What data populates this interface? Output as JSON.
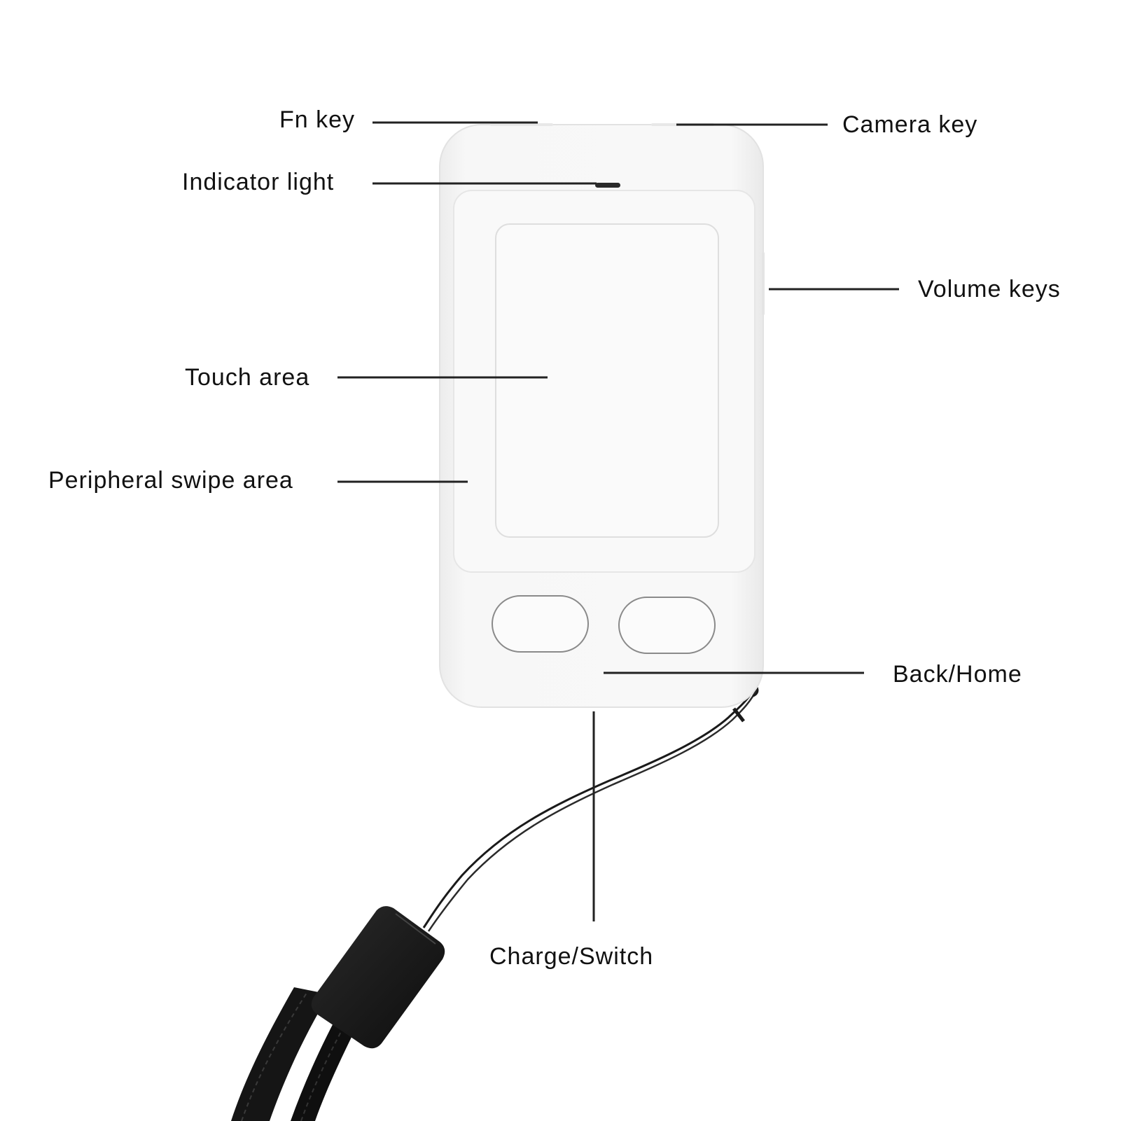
{
  "labels": {
    "fn_key": "Fn key",
    "camera_key": "Camera key",
    "indicator_light": "Indicator light",
    "volume_keys": "Volume keys",
    "touch_area": "Touch area",
    "peripheral_swipe_area": "Peripheral swipe area",
    "back_home": "Back/Home",
    "charge_switch": "Charge/Switch"
  },
  "colors": {
    "background": "#ffffff",
    "device_body": "#f6f6f6",
    "device_edge": "#e6e6e6",
    "panel_border": "#e4e4e4",
    "button_border": "#8a8a8a",
    "leader_line": "#222222",
    "lanyard": "#1a1a1a",
    "label_text": "#111111"
  }
}
